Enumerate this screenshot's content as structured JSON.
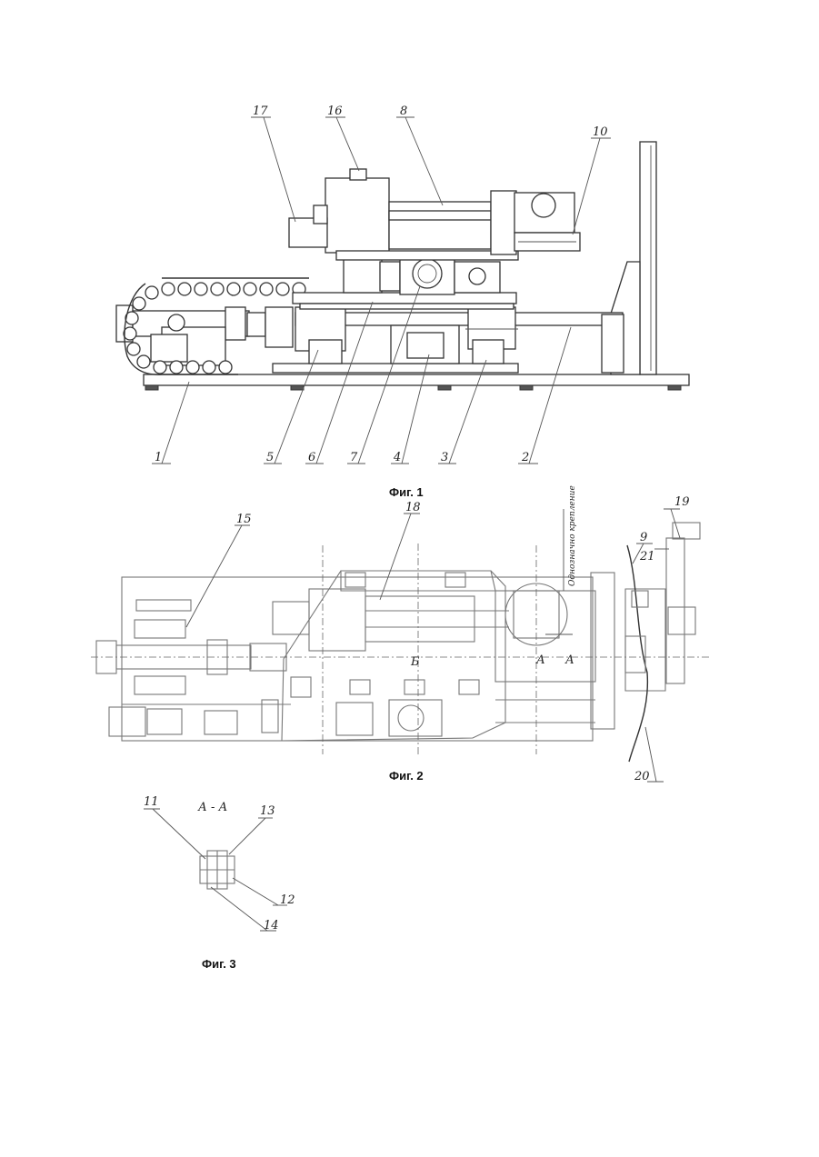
{
  "figures": [
    {
      "caption": "Фиг. 1",
      "labels": [
        "17",
        "16",
        "8",
        "10",
        "1",
        "5",
        "6",
        "7",
        "4",
        "3",
        "2"
      ]
    },
    {
      "caption": "Фиг. 2",
      "labels": [
        "15",
        "18",
        "9",
        "21",
        "19",
        "20",
        "Б",
        "А",
        "А"
      ],
      "side_note": "Однозначно крепление"
    },
    {
      "caption": "Фиг. 3",
      "labels": [
        "11",
        "А - А",
        "13",
        "12",
        "14"
      ]
    }
  ]
}
